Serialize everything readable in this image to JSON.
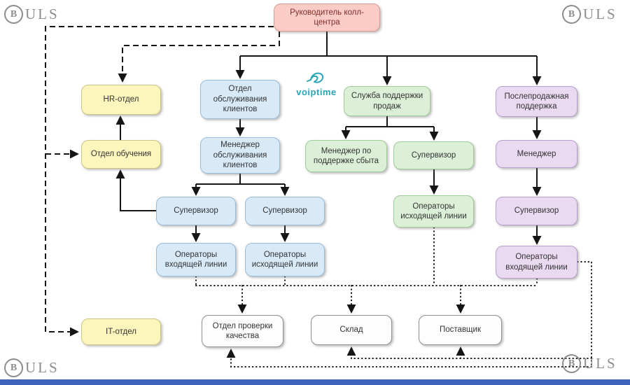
{
  "colors": {
    "head_fill": "#fbccc6",
    "head_border": "#dc9b93",
    "yellow_fill": "#fcf6bd",
    "yellow_border": "#cdc482",
    "blue_fill": "#d8eaf8",
    "blue_border": "#98bbd9",
    "green_fill": "#dcf0d8",
    "green_border": "#9ecb97",
    "purple_fill": "#e9daf1",
    "purple_border": "#b79fcb",
    "white_fill": "#fdfdfd",
    "white_border": "#8f8f8f",
    "line": "#151515",
    "footer_bar": "#3d63bb",
    "watermark": "#8d8d8d",
    "logo_teal": "#29a5b8"
  },
  "watermark": {
    "initial": "B",
    "rest": "ULS"
  },
  "logo": {
    "text": "voiptime"
  },
  "nodes": {
    "head": {
      "label": "Руководитель колл-центра"
    },
    "hr": {
      "label": "HR-отдел"
    },
    "training": {
      "label": "Отдел обучения"
    },
    "it": {
      "label": "IT-отдел"
    },
    "service_dept": {
      "label": "Отдел обслуживания клиентов"
    },
    "service_manager": {
      "label": "Менеджер обслуживания клиентов"
    },
    "service_sup1": {
      "label": "Супервизор"
    },
    "service_sup2": {
      "label": "Супервизор"
    },
    "service_ops_in": {
      "label": "Операторы входящей линии"
    },
    "service_ops_out": {
      "label": "Операторы исходящей линии"
    },
    "sales_support": {
      "label": "Служба поддержки продаж"
    },
    "sales_manager": {
      "label": "Менеджер по поддержке сбыта"
    },
    "sales_sup": {
      "label": "Супервизор"
    },
    "sales_ops_out": {
      "label": "Операторы исходящей линии"
    },
    "aftersales": {
      "label": "Послепродажная поддержка"
    },
    "aftersales_manager": {
      "label": "Менеджер"
    },
    "aftersales_sup": {
      "label": "Супервизор"
    },
    "aftersales_ops_in": {
      "label": "Операторы входящей линии"
    },
    "qa": {
      "label": "Отдел проверки качества"
    },
    "warehouse": {
      "label": "Склад"
    },
    "supplier": {
      "label": "Поставщик"
    }
  },
  "edges": [
    {
      "from": "head",
      "to": "service_dept",
      "style": "solid"
    },
    {
      "from": "head",
      "to": "sales_support",
      "style": "solid"
    },
    {
      "from": "head",
      "to": "aftersales",
      "style": "solid"
    },
    {
      "from": "head",
      "to": "hr",
      "style": "dashed"
    },
    {
      "from": "head",
      "to": "training",
      "style": "dashed"
    },
    {
      "from": "head",
      "to": "it",
      "style": "dashed"
    },
    {
      "from": "training",
      "to": "hr",
      "style": "solid"
    },
    {
      "from": "service_sup1",
      "to": "training",
      "style": "solid"
    },
    {
      "from": "service_dept",
      "to": "service_manager",
      "style": "solid"
    },
    {
      "from": "service_manager",
      "to": "service_sup1",
      "style": "solid"
    },
    {
      "from": "service_manager",
      "to": "service_sup2",
      "style": "solid"
    },
    {
      "from": "service_sup1",
      "to": "service_ops_in",
      "style": "solid"
    },
    {
      "from": "service_sup2",
      "to": "service_ops_out",
      "style": "solid"
    },
    {
      "from": "sales_support",
      "to": "sales_manager",
      "style": "solid"
    },
    {
      "from": "sales_support",
      "to": "sales_sup",
      "style": "solid"
    },
    {
      "from": "sales_sup",
      "to": "sales_ops_out",
      "style": "solid"
    },
    {
      "from": "aftersales",
      "to": "aftersales_manager",
      "style": "solid"
    },
    {
      "from": "aftersales_manager",
      "to": "aftersales_sup",
      "style": "solid"
    },
    {
      "from": "aftersales_sup",
      "to": "aftersales_ops_in",
      "style": "solid"
    },
    {
      "from": "service_ops_in",
      "to": "qa",
      "style": "dotted"
    },
    {
      "from": "service_ops_out",
      "to": "qa",
      "style": "dotted"
    },
    {
      "from": "sales_ops_out",
      "to": "warehouse",
      "style": "dotted"
    },
    {
      "from": "aftersales_ops_in",
      "to": "supplier",
      "style": "dotted"
    },
    {
      "from": "aftersales_ops_in",
      "to": "warehouse",
      "style": "dotted"
    },
    {
      "from": "aftersales_ops_in",
      "to": "qa",
      "style": "dotted"
    }
  ]
}
